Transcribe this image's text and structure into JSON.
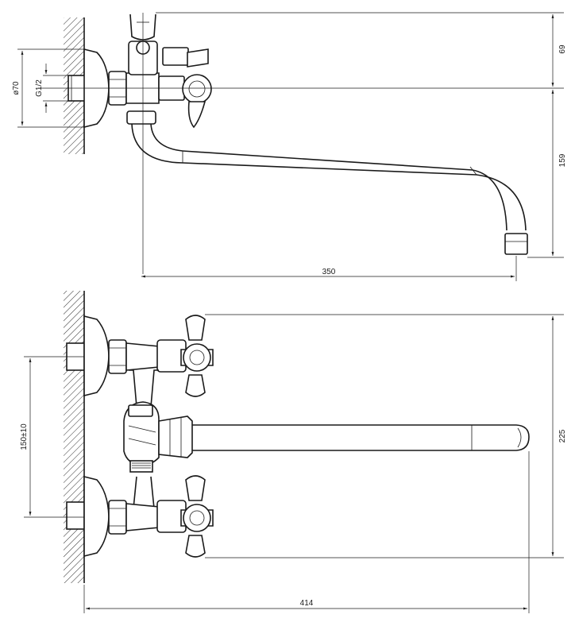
{
  "dimensions": {
    "height_top": "69",
    "height_spout": "159",
    "diameter": "ø70",
    "thread": "G1/2",
    "spout_length": "350",
    "center_distance": "150±10",
    "overall_height": "225",
    "overall_width": "414"
  }
}
